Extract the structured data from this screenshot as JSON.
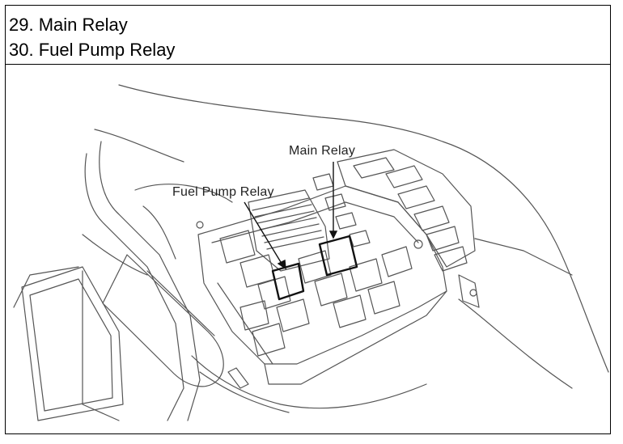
{
  "legend": {
    "items": [
      "29. Main Relay",
      "30. Fuel Pump Relay"
    ]
  },
  "diagram": {
    "callouts": {
      "main_relay": "Main Relay",
      "fuel_pump_relay": "Fuel Pump Relay"
    }
  }
}
